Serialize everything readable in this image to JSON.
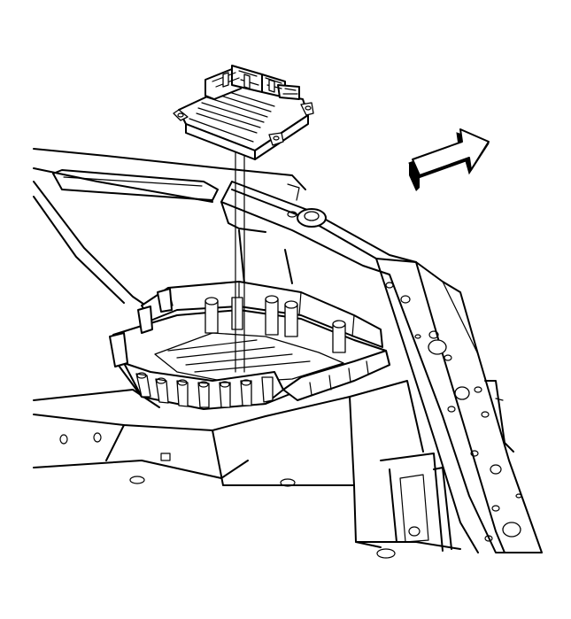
{
  "figure": {
    "subject": "module-installation-illustration",
    "colors": {
      "line": "#000000",
      "background": "#ffffff"
    },
    "components": [
      "control-module",
      "module-tray",
      "vehicle-frame-rail",
      "body-structure",
      "direction-arrow"
    ]
  }
}
